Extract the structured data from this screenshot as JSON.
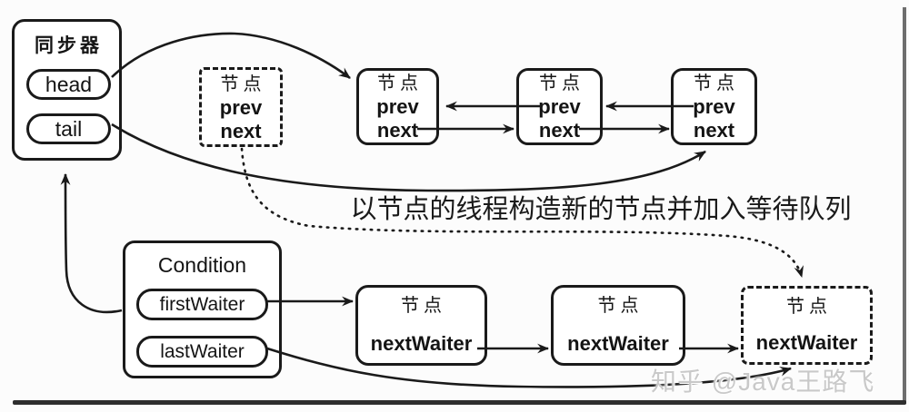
{
  "diagram": {
    "synchronizer": {
      "title": "同步器",
      "fields": [
        {
          "label": "head"
        },
        {
          "label": "tail"
        }
      ]
    },
    "pending_node": {
      "title": "节点",
      "fields": [
        {
          "label": "prev"
        },
        {
          "label": "next"
        }
      ]
    },
    "sync_queue": [
      {
        "title": "节点",
        "fields": [
          {
            "label": "prev"
          },
          {
            "label": "next"
          }
        ]
      },
      {
        "title": "节点",
        "fields": [
          {
            "label": "prev"
          },
          {
            "label": "next"
          }
        ]
      },
      {
        "title": "节点",
        "fields": [
          {
            "label": "prev"
          },
          {
            "label": "next"
          }
        ]
      }
    ],
    "annotation": "以节点的线程构造新的节点并加入等待队列",
    "condition": {
      "title": "Condition",
      "fields": [
        {
          "label": "firstWaiter"
        },
        {
          "label": "lastWaiter"
        }
      ]
    },
    "wait_queue": [
      {
        "title": "节点",
        "field": "nextWaiter"
      },
      {
        "title": "节点",
        "field": "nextWaiter"
      },
      {
        "title": "节点",
        "field": "nextWaiter"
      }
    ],
    "watermark": "知乎 @Java王路飞",
    "colors": {
      "ink": "#1a1a1a",
      "watermark": "#c9c9c9",
      "paper": "#fcfcfc"
    }
  }
}
